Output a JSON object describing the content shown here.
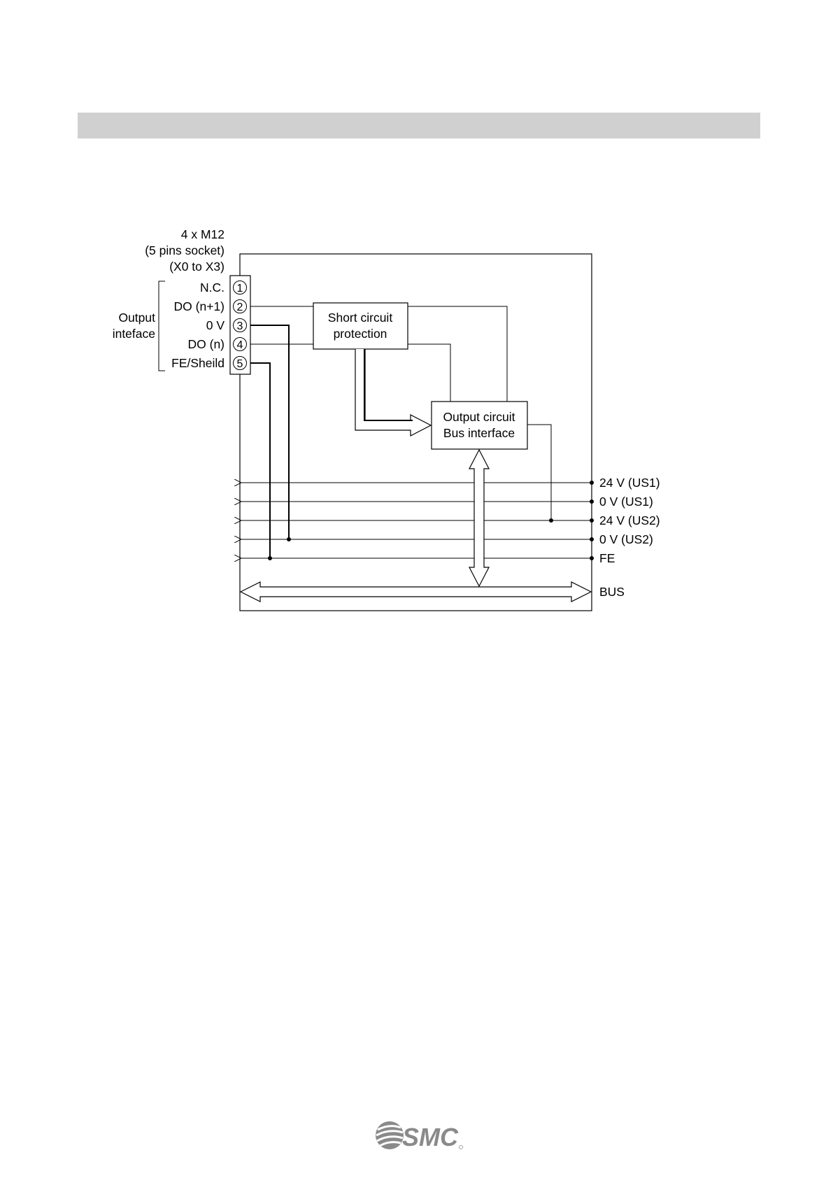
{
  "connector": {
    "line1": "4 x M12",
    "line2": "(5 pins socket)",
    "line3": "(X0 to X3)"
  },
  "output_interface": {
    "line1": "Output",
    "line2": "inteface"
  },
  "pins": [
    {
      "number": "1",
      "label": "N.C."
    },
    {
      "number": "2",
      "label": "DO (n+1)"
    },
    {
      "number": "3",
      "label": "0 V"
    },
    {
      "number": "4",
      "label": "DO (n)"
    },
    {
      "number": "5",
      "label": "FE/Sheild"
    }
  ],
  "blocks": {
    "short_circuit": {
      "line1": "Short circuit",
      "line2": "protection"
    },
    "output_circuit": {
      "line1": "Output circuit",
      "line2": "Bus interface"
    }
  },
  "rails": [
    "24 V (US1)",
    "0 V (US1)",
    "24 V (US2)",
    "0 V (US2)",
    "FE"
  ],
  "bus_label": "BUS",
  "logo": {
    "text": "SMC",
    "icon": "smc-logo-icon",
    "color": "#8a8a8a"
  }
}
